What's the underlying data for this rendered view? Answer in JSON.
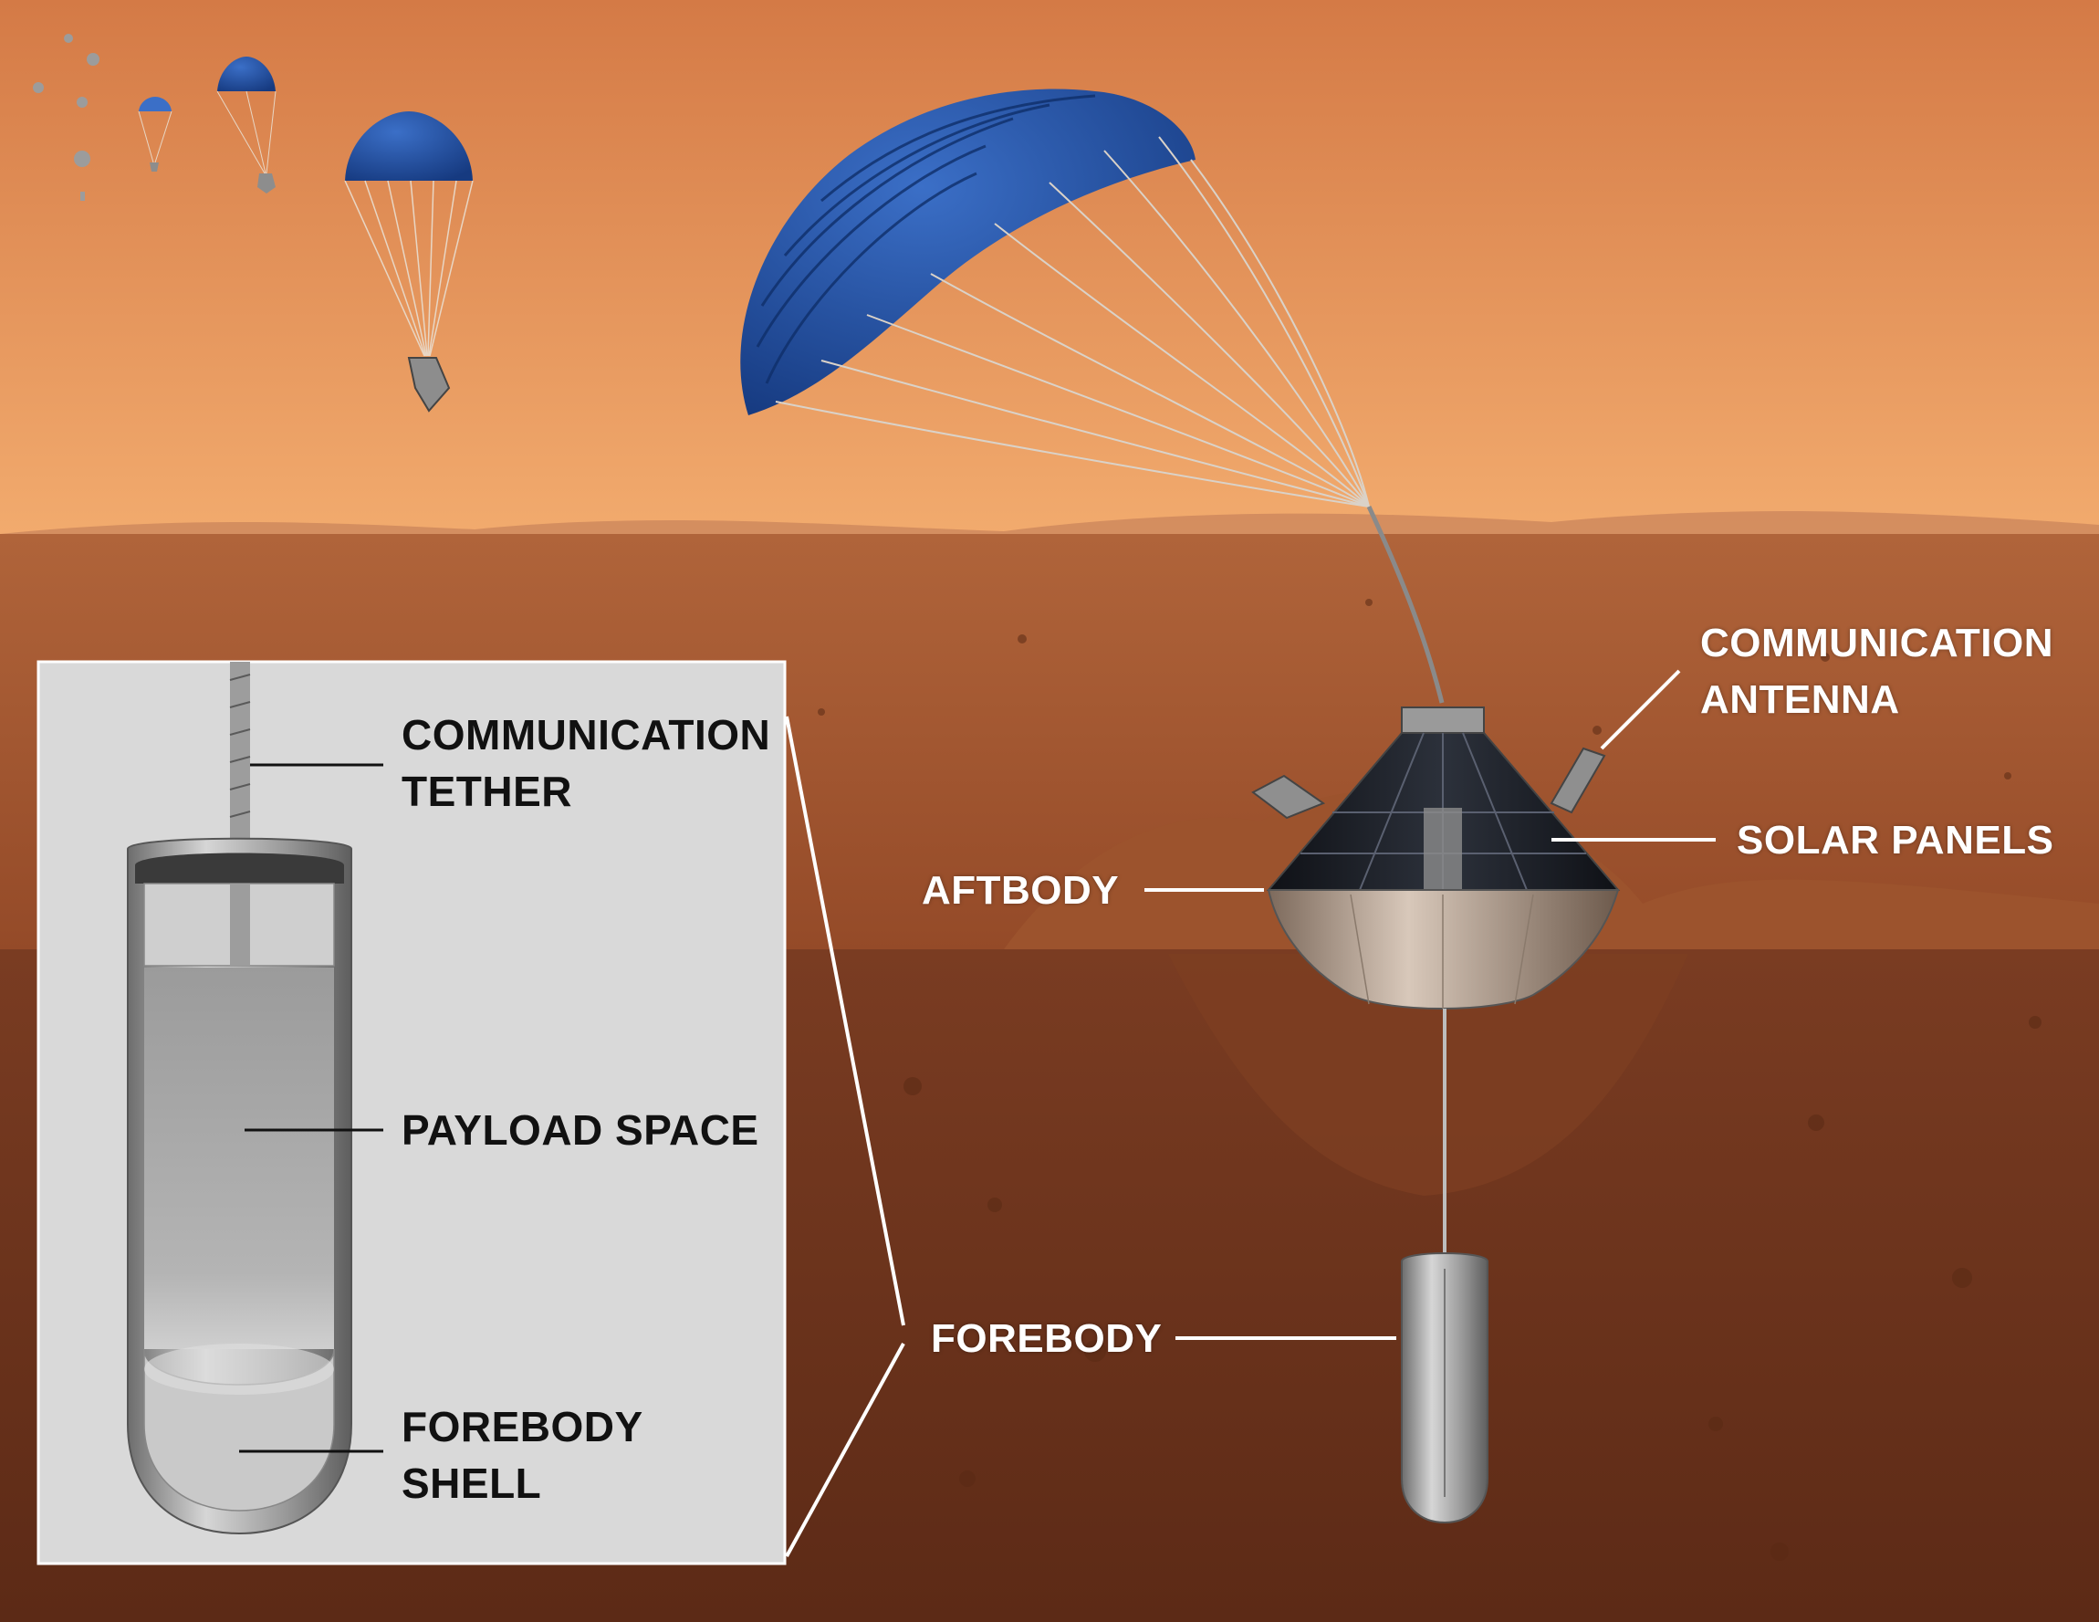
{
  "inset_labels": {
    "communication_tether": [
      "COMMUNICATION",
      "TETHER"
    ],
    "payload_space": "PAYLOAD SPACE",
    "forebody_shell": [
      "FOREBODY",
      "SHELL"
    ]
  },
  "scene_labels": {
    "communication_antenna": [
      "COMMUNICATION",
      "ANTENNA"
    ],
    "solar_panels": "SOLAR PANELS",
    "aftbody": "AFTBODY",
    "forebody": "FOREBODY"
  },
  "colors": {
    "sky_top": "#d9824e",
    "sky_horizon": "#f0a86a",
    "ground_surface": "#a85a34",
    "ground_subsurface": "#6e3520",
    "parachute": "#1f4fa0",
    "inset_panel": "#d9d9d9",
    "metal": "#9a9a9a",
    "solar_cells": "#1c1f26"
  }
}
